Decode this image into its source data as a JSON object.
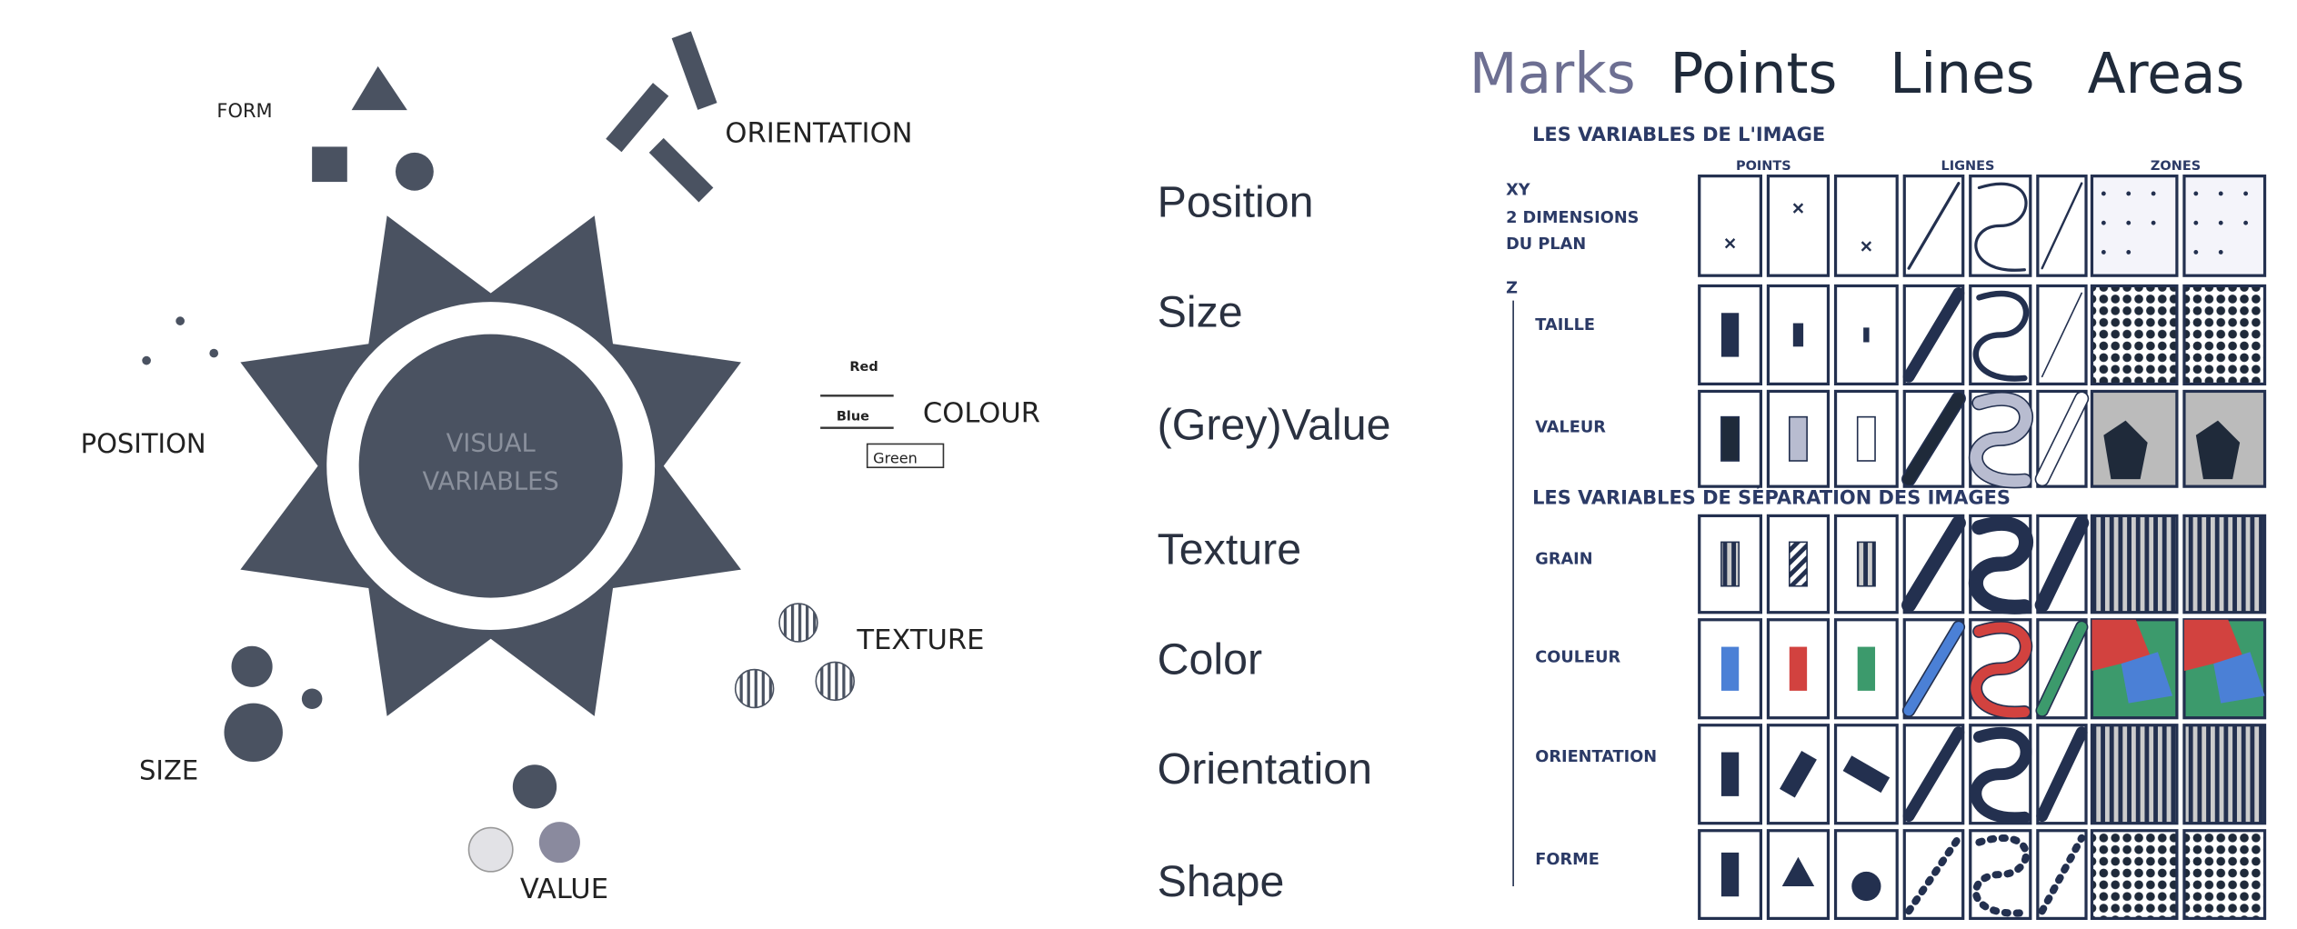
{
  "wheel": {
    "center_text": [
      "VISUAL",
      "VARIABLES"
    ],
    "labels": {
      "form": "FORM",
      "orientation": "ORIENTATION",
      "colour": "COLOUR",
      "texture": "TEXTURE",
      "value": "VALUE",
      "size": "SIZE",
      "position": "POSITION"
    },
    "colour_swatches": [
      "Red",
      "Blue",
      "Green"
    ]
  },
  "header": {
    "marks": "Marks",
    "points": "Points",
    "lines": "Lines",
    "areas": "Areas"
  },
  "variables": [
    "Position",
    "Size",
    "(Grey)Value",
    "Texture",
    "Color",
    "Orientation",
    "Shape"
  ],
  "bertin": {
    "title_image": "LES VARIABLES DE L'IMAGE",
    "col_points": "POINTS",
    "col_lines": "LIGNES",
    "col_zones": "ZONES",
    "xy_label": [
      "XY",
      "2 DIMENSIONS",
      "DU PLAN"
    ],
    "z_label": "Z",
    "title_separation": "LES VARIABLES DE SÉPARATION DES IMAGES",
    "rows": [
      "TAILLE",
      "VALEUR",
      "GRAIN",
      "COULEUR",
      "ORIENTATION",
      "FORME"
    ]
  },
  "colors": {
    "ink": "#4a5261",
    "marks": "#6d6f92",
    "title": "#1f2a3a",
    "table": "#23304f",
    "blue": "#4b80d6",
    "red": "#d2423f",
    "green": "#3c9a6c"
  }
}
